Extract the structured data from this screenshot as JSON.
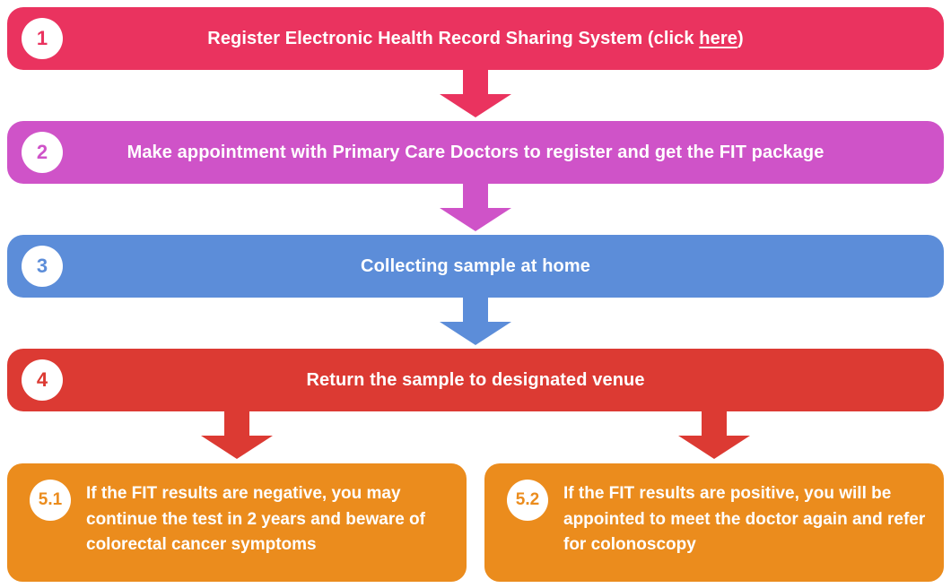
{
  "steps": [
    {
      "number": "1",
      "color": "#EA335F",
      "text_prefix": "Register Electronic Health Record Sharing System (click ",
      "link_text": "here",
      "text_suffix": ")"
    },
    {
      "number": "2",
      "color": "#CF53C8",
      "text": "Make appointment with Primary Care Doctors to register and get the FIT package"
    },
    {
      "number": "3",
      "color": "#5C8DD9",
      "text": "Collecting sample at home"
    },
    {
      "number": "4",
      "color": "#DC3A33",
      "text": "Return the sample to designated venue"
    }
  ],
  "outcomes": [
    {
      "number": "5.1",
      "color": "#EB8C1D",
      "text": "If the FIT results are negative, you may continue the test in 2 years and beware of colorectal cancer symptoms"
    },
    {
      "number": "5.2",
      "color": "#EB8C1D",
      "text": "If the FIT results are positive, you will be appointed to meet the doctor again and refer for colonoscopy"
    }
  ]
}
